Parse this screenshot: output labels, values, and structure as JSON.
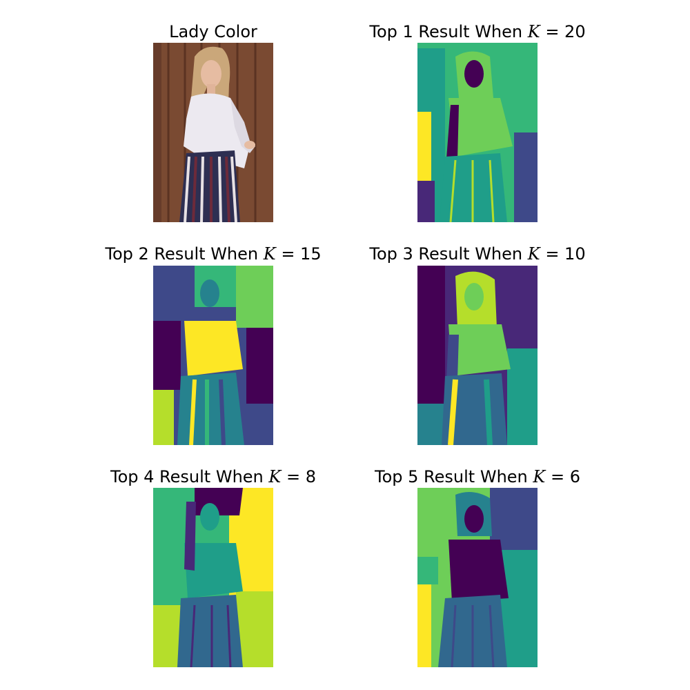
{
  "panels": [
    {
      "title": "Lady Color",
      "k": null
    },
    {
      "title_prefix": "Top 1 Result When ",
      "k_var": "K",
      "k_eq": " = 20",
      "k": 20
    },
    {
      "title_prefix": "Top 2 Result When ",
      "k_var": "K",
      "k_eq": " = 15",
      "k": 15
    },
    {
      "title_prefix": "Top 3 Result When ",
      "k_var": "K",
      "k_eq": " = 10",
      "k": 10
    },
    {
      "title_prefix": "Top 4 Result When ",
      "k_var": "K",
      "k_eq": " = 8",
      "k": 8
    },
    {
      "title_prefix": "Top 5 Result When ",
      "k_var": "K",
      "k_eq": " = 6",
      "k": 6
    }
  ],
  "palette": {
    "viridis": [
      "#440154",
      "#482878",
      "#3e4989",
      "#31688e",
      "#26828e",
      "#1f9e89",
      "#35b779",
      "#6ece58",
      "#b5de2b",
      "#fde725"
    ],
    "photo": {
      "wood": "#7a4a32",
      "wood_dark": "#4e2a1c",
      "hair": "#caa77a",
      "skin": "#e6bca2",
      "blouse": "#ece9f0",
      "skirt_a": "#6d2a3a",
      "skirt_b": "#2e2f52",
      "skirt_c": "#e7e1e4"
    }
  }
}
